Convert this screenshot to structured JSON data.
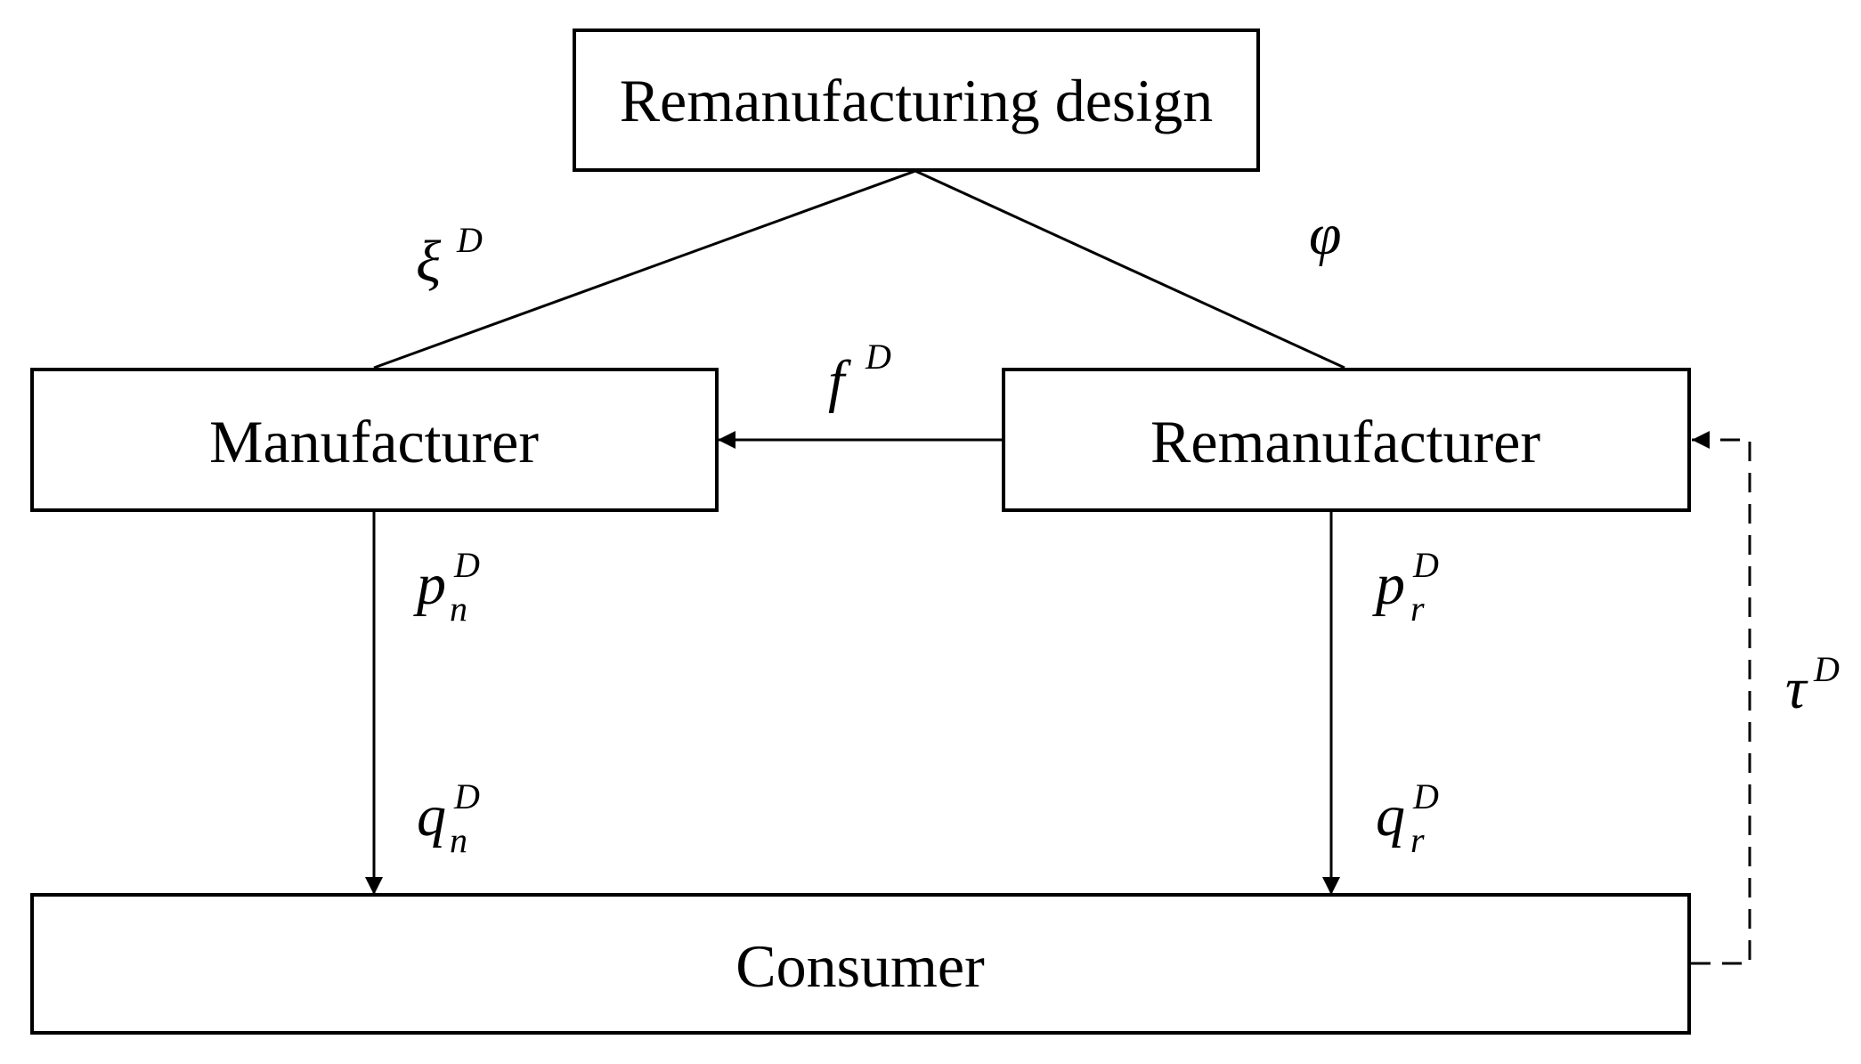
{
  "nodes": {
    "remanufacturing_design": "Remanufacturing design",
    "manufacturer": "Manufacturer",
    "remanufacturer": "Remanufacturer",
    "consumer": "Consumer"
  },
  "labels": {
    "xi": {
      "symbol": "ξ",
      "sup": "D"
    },
    "phi": {
      "symbol": "φ"
    },
    "f": {
      "symbol": "f",
      "sup": "D"
    },
    "pn": {
      "symbol": "p",
      "sub": "n",
      "sup": "D"
    },
    "qn": {
      "symbol": "q",
      "sub": "n",
      "sup": "D"
    },
    "pr": {
      "symbol": "p",
      "sub": "r",
      "sup": "D"
    },
    "qr": {
      "symbol": "q",
      "sub": "r",
      "sup": "D"
    },
    "tau": {
      "symbol": "τ",
      "sup": "D"
    }
  }
}
